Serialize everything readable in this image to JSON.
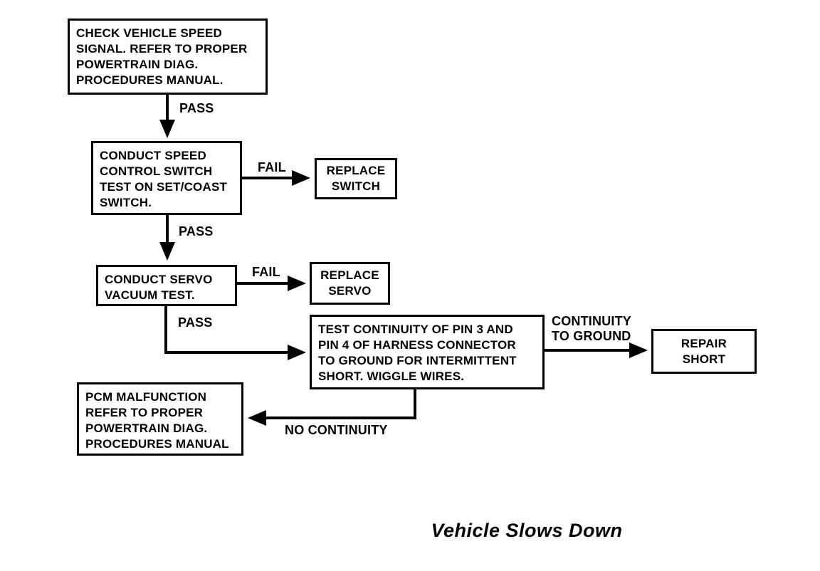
{
  "title": "Vehicle Slows Down",
  "colors": {
    "ink": "#000000",
    "paper": "#ffffff"
  },
  "nodes": {
    "check_vehicle_speed": {
      "text": "CHECK VEHICLE SPEED\nSIGNAL. REFER TO PROPER\nPOWERTRAIN DIAG.\nPROCEDURES MANUAL."
    },
    "conduct_speed_control": {
      "text": "CONDUCT SPEED\nCONTROL SWITCH\nTEST ON SET/COAST\nSWITCH."
    },
    "replace_switch": {
      "text": "REPLACE\nSWITCH"
    },
    "conduct_servo": {
      "text": "CONDUCT SERVO\nVACUUM TEST."
    },
    "replace_servo": {
      "text": "REPLACE\nSERVO"
    },
    "test_continuity": {
      "text": "TEST CONTINUITY OF PIN 3 AND\nPIN 4 OF HARNESS CONNECTOR\nTO GROUND FOR INTERMITTENT\nSHORT. WIGGLE WIRES."
    },
    "repair_short": {
      "text": "REPAIR\nSHORT"
    },
    "pcm_malfunction": {
      "text": "PCM MALFUNCTION\nREFER TO PROPER\nPOWERTRAIN DIAG.\nPROCEDURES MANUAL"
    }
  },
  "edges": {
    "pass1": "PASS",
    "fail1": "FAIL",
    "pass2": "PASS",
    "fail2": "FAIL",
    "pass3": "PASS",
    "continuity_to_ground": "CONTINUITY\nTO GROUND",
    "no_continuity": "NO CONTINUITY"
  }
}
